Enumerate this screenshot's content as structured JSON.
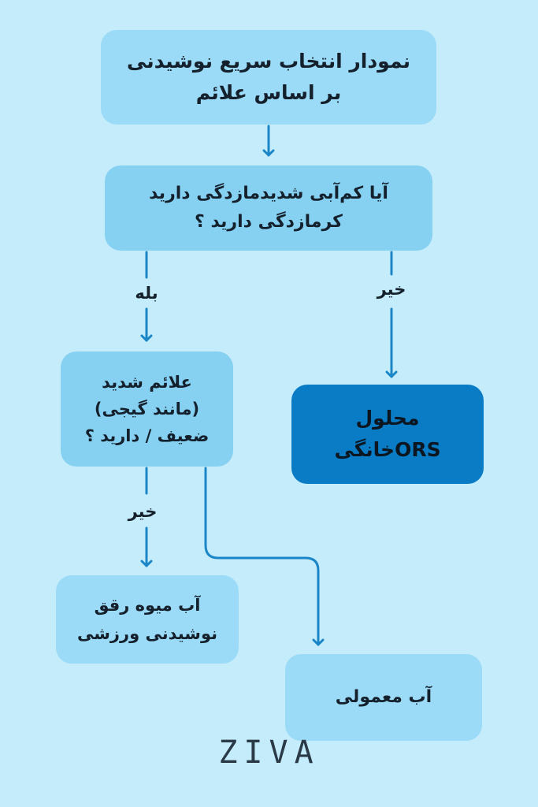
{
  "flowchart": {
    "title": {
      "line1": "نمودار انتخاب سریع نوشیدنی",
      "line2": "بر اساس علائم"
    },
    "question1": {
      "line1": "آیا کم‌آبی شدیدمازدگی دارید",
      "line2": "کرمازدگی دارید ؟"
    },
    "question2": {
      "line1": "علائم شدید",
      "line2": "(مانند گیجی)",
      "line3": "ضعیف / دارید ؟"
    },
    "result_ors": {
      "line1": "محلول",
      "line2": "ORSخانگی"
    },
    "result_juice": {
      "line1": "آب میوه رقق",
      "line2": "نوشیدنی ورزشی"
    },
    "result_water": {
      "label": "آب معمولی"
    },
    "edge_labels": {
      "yes": "بله",
      "no_right": "خیر",
      "no_lower": "خیر"
    },
    "colors": {
      "background": "#c5ecfb",
      "light_box": "#9bdbf7",
      "medium_box": "#86d1f2",
      "dark_box": "#0a7cc6",
      "arrow": "#1a86c7"
    }
  },
  "brand": {
    "logo": "ZIVA"
  }
}
